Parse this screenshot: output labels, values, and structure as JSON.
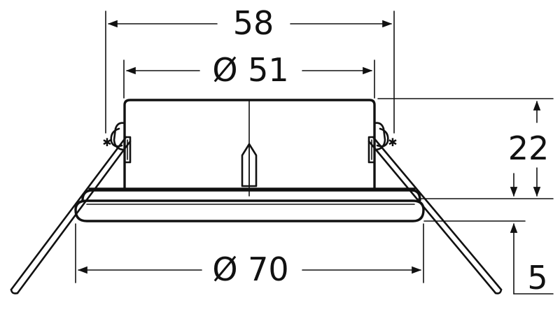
{
  "dimensions": {
    "overall_width": "58",
    "inner_diameter": "Ø 51",
    "outer_diameter": "Ø 70",
    "body_height": "22",
    "flange_height": "5"
  },
  "colors": {
    "line": "#111111",
    "background": "#ffffff"
  }
}
